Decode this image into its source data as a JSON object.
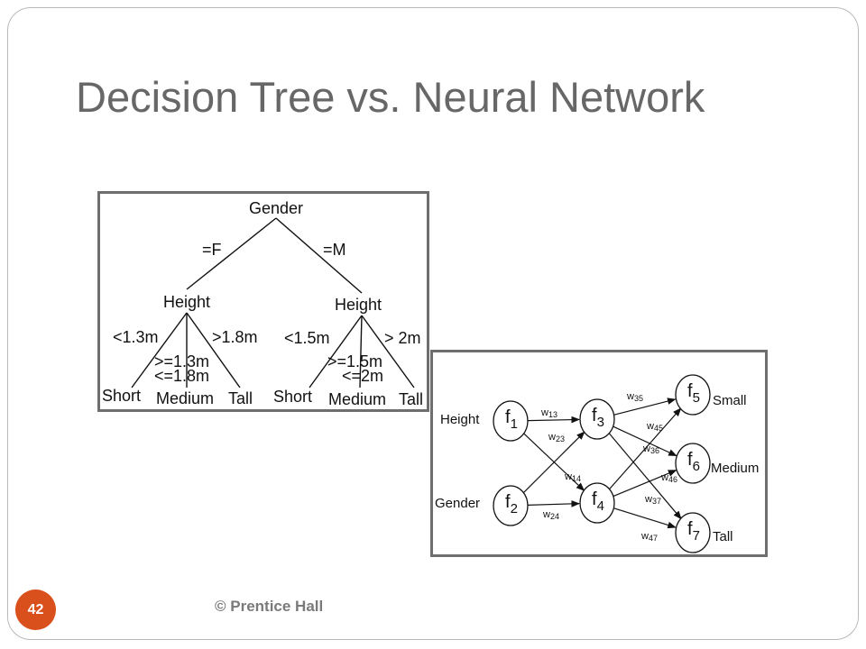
{
  "slide": {
    "title": "Decision Tree vs. Neural Network",
    "number": "42",
    "footer": "© Prentice Hall"
  },
  "tree": {
    "root": "Gender",
    "branch_left": "=F",
    "branch_right": "=M",
    "left": {
      "node": "Height",
      "cond_low": "<1.3m",
      "cond_high": ">1.8m",
      "cond_mid_1": ">=1.3m",
      "cond_mid_2": "<=1.8m",
      "leaves": [
        "Short",
        "Medium",
        "Tall"
      ]
    },
    "right": {
      "node": "Height",
      "cond_low": "<1.5m",
      "cond_high": "> 2m",
      "cond_mid_1": ">=1.5m",
      "cond_mid_2": "<=2m",
      "leaves": [
        "Short",
        "Medium",
        "Tall"
      ]
    }
  },
  "network": {
    "input_labels": [
      "Height",
      "Gender"
    ],
    "output_labels": [
      "Small",
      "Medium",
      "Tall"
    ],
    "nodes": [
      {
        "id": "f1",
        "letter": "f",
        "sub": "1"
      },
      {
        "id": "f2",
        "letter": "f",
        "sub": "2"
      },
      {
        "id": "f3",
        "letter": "f",
        "sub": "3"
      },
      {
        "id": "f4",
        "letter": "f",
        "sub": "4"
      },
      {
        "id": "f5",
        "letter": "f",
        "sub": "5"
      },
      {
        "id": "f6",
        "letter": "f",
        "sub": "6"
      },
      {
        "id": "f7",
        "letter": "f",
        "sub": "7"
      }
    ],
    "weights": [
      {
        "id": "w13",
        "letter": "w",
        "sub": "13"
      },
      {
        "id": "w23",
        "letter": "w",
        "sub": "23"
      },
      {
        "id": "w14",
        "letter": "w",
        "sub": "14"
      },
      {
        "id": "w24",
        "letter": "w",
        "sub": "24"
      },
      {
        "id": "w35",
        "letter": "w",
        "sub": "35"
      },
      {
        "id": "w45",
        "letter": "w",
        "sub": "45"
      },
      {
        "id": "w36",
        "letter": "w",
        "sub": "36"
      },
      {
        "id": "w46",
        "letter": "w",
        "sub": "46"
      },
      {
        "id": "w37",
        "letter": "w",
        "sub": "37"
      },
      {
        "id": "w47",
        "letter": "w",
        "sub": "47"
      }
    ]
  }
}
